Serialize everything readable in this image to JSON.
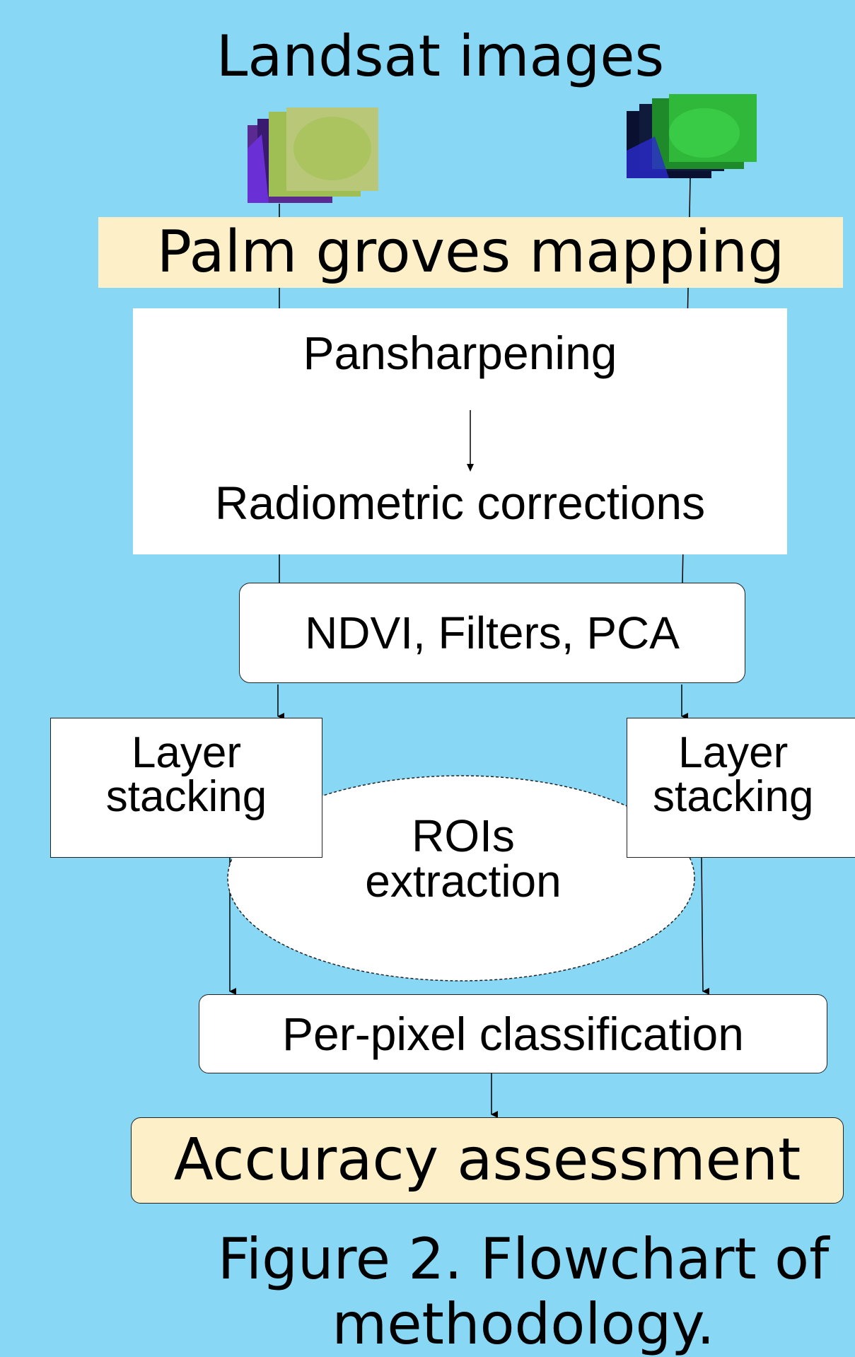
{
  "title": "Landsat images",
  "banner": "Palm groves mapping",
  "preprocessing": {
    "step1": "Pansharpening",
    "step2": "Radiometric corrections"
  },
  "features": "NDVI, Filters, PCA",
  "layer_stacking_left": {
    "line1": "Layer",
    "line2": "stacking"
  },
  "layer_stacking_right": {
    "line1": "Layer",
    "line2": "stacking"
  },
  "roi": {
    "line1": "ROIs",
    "line2": "extraction"
  },
  "classification": "Per-pixel classification",
  "accuracy": "Accuracy assessment",
  "caption": "Figure 2. Flowchart of methodology.",
  "colors": {
    "background": "#87d7f5",
    "highlight": "#fdf0c8",
    "box": "#ffffff"
  },
  "icons": [
    "landsat-image-left-icon",
    "landsat-image-right-icon"
  ]
}
